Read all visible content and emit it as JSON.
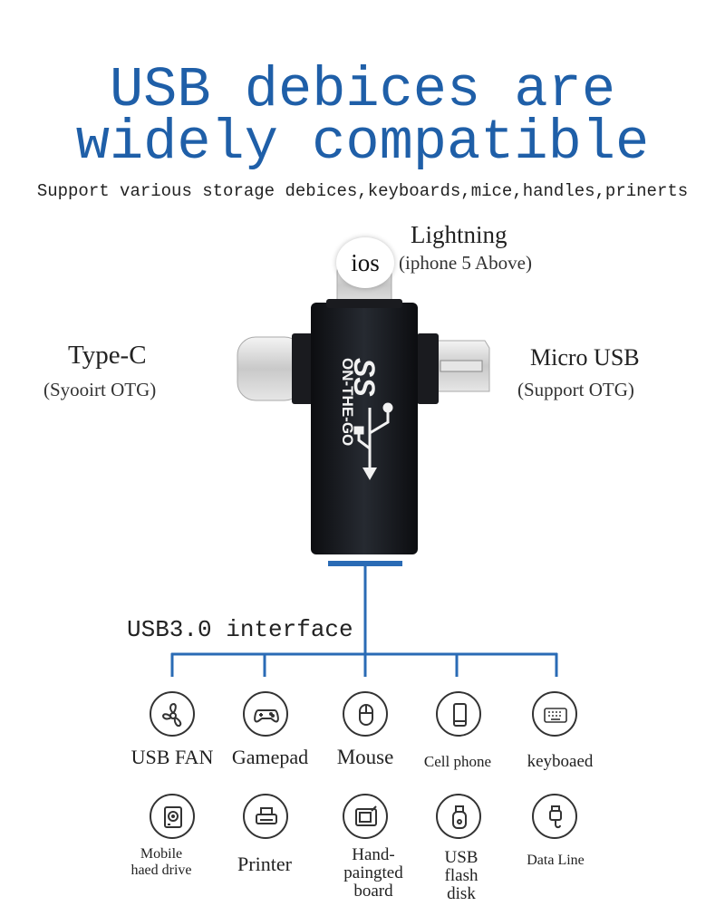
{
  "header": {
    "title_line1": "USB debices are",
    "title_line2": "widely compatible",
    "subtitle": "Support various storage debices,keyboards,mice,handles,prinerts"
  },
  "adapter": {
    "ios_badge": "ios",
    "lightning_title": "Lightning",
    "lightning_note": "(iphone 5 Above)",
    "typec_title": "Type-C",
    "typec_note": "(Syooirt OTG)",
    "micro_title": "Micro USB",
    "micro_note": "(Support OTG)",
    "body_brand": "SS",
    "body_text": "ON-THE-GO"
  },
  "tree": {
    "interface_label": "USB3.0 interface"
  },
  "devices_row1": [
    {
      "label": "USB FAN",
      "icon": "fan-icon"
    },
    {
      "label": "Gamepad",
      "icon": "gamepad-icon"
    },
    {
      "label": "Mouse",
      "icon": "mouse-icon"
    },
    {
      "label": "Cell phone",
      "icon": "cell-phone-icon"
    },
    {
      "label": "keyboaed",
      "icon": "keyboard-icon"
    }
  ],
  "devices_row2": [
    {
      "label_l1": "Mobile",
      "label_l2": "haed drive",
      "icon": "hard-drive-icon"
    },
    {
      "label_l1": "Printer",
      "icon": "printer-icon"
    },
    {
      "label_l1": "Hand-",
      "label_l2": "paingted",
      "label_l3": "board",
      "icon": "drawing-board-icon"
    },
    {
      "label_l1": "USB",
      "label_l2": "flash",
      "label_l3": "disk",
      "icon": "flash-disk-icon"
    },
    {
      "label_l1": "Data Line",
      "icon": "data-line-icon"
    }
  ],
  "colors": {
    "title_blue": "#1f5fa8",
    "tree_blue": "#2a6bb5",
    "adapter_body": "#15171b"
  }
}
